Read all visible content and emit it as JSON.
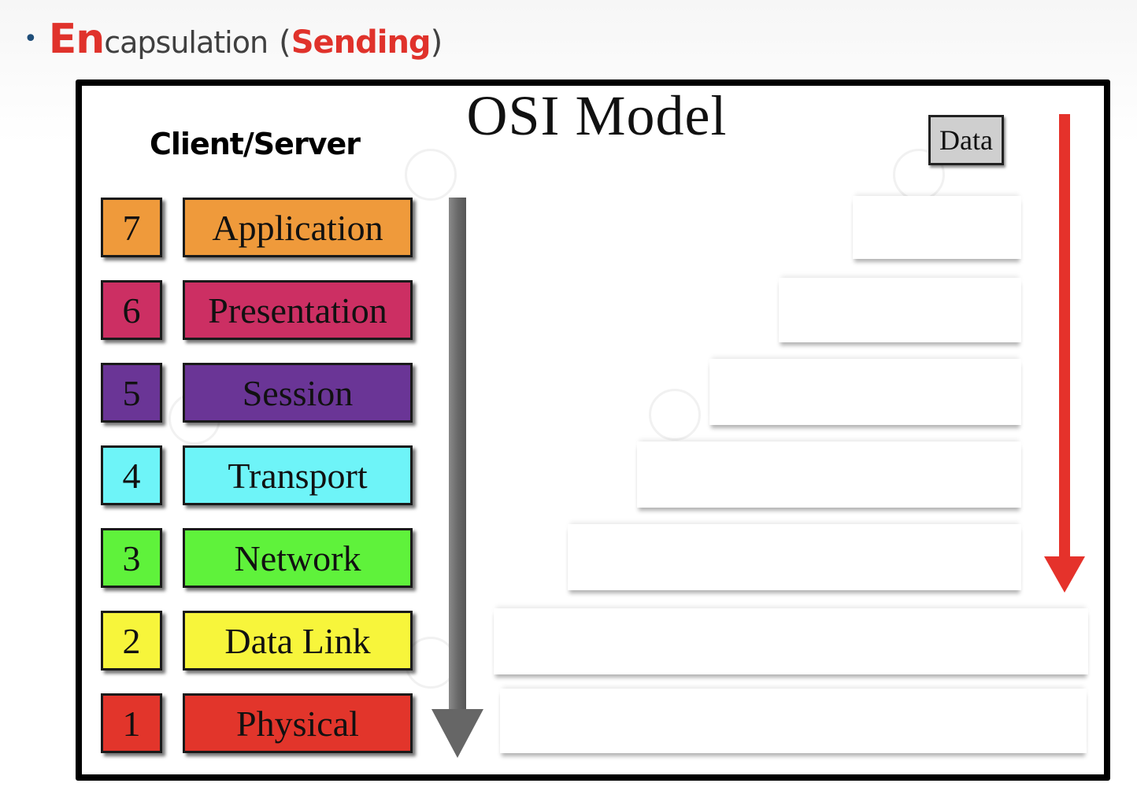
{
  "slide": {
    "bullet": "•",
    "title_highlight": "En",
    "title_rest": "capsulation",
    "paren_open": "(",
    "subtitle_highlight": "Sending",
    "paren_close": ")"
  },
  "diagram": {
    "title": "OSI Model",
    "left_heading": "Client/Server",
    "data_label": "Data",
    "colors": {
      "red_arrow": "#e5322b",
      "grey_arrow": "#6e6e6e",
      "frame": "#000000"
    },
    "layers": [
      {
        "number": "7",
        "name": "Application",
        "color": "#ef9a3b"
      },
      {
        "number": "6",
        "name": "Presentation",
        "color": "#cc2f63"
      },
      {
        "number": "5",
        "name": "Session",
        "color": "#6a3596"
      },
      {
        "number": "4",
        "name": "Transport",
        "color": "#6ef4f8"
      },
      {
        "number": "3",
        "name": "Network",
        "color": "#5ff23b"
      },
      {
        "number": "2",
        "name": "Data Link",
        "color": "#f7f53b"
      },
      {
        "number": "1",
        "name": "Physical",
        "color": "#e2352b"
      }
    ]
  }
}
